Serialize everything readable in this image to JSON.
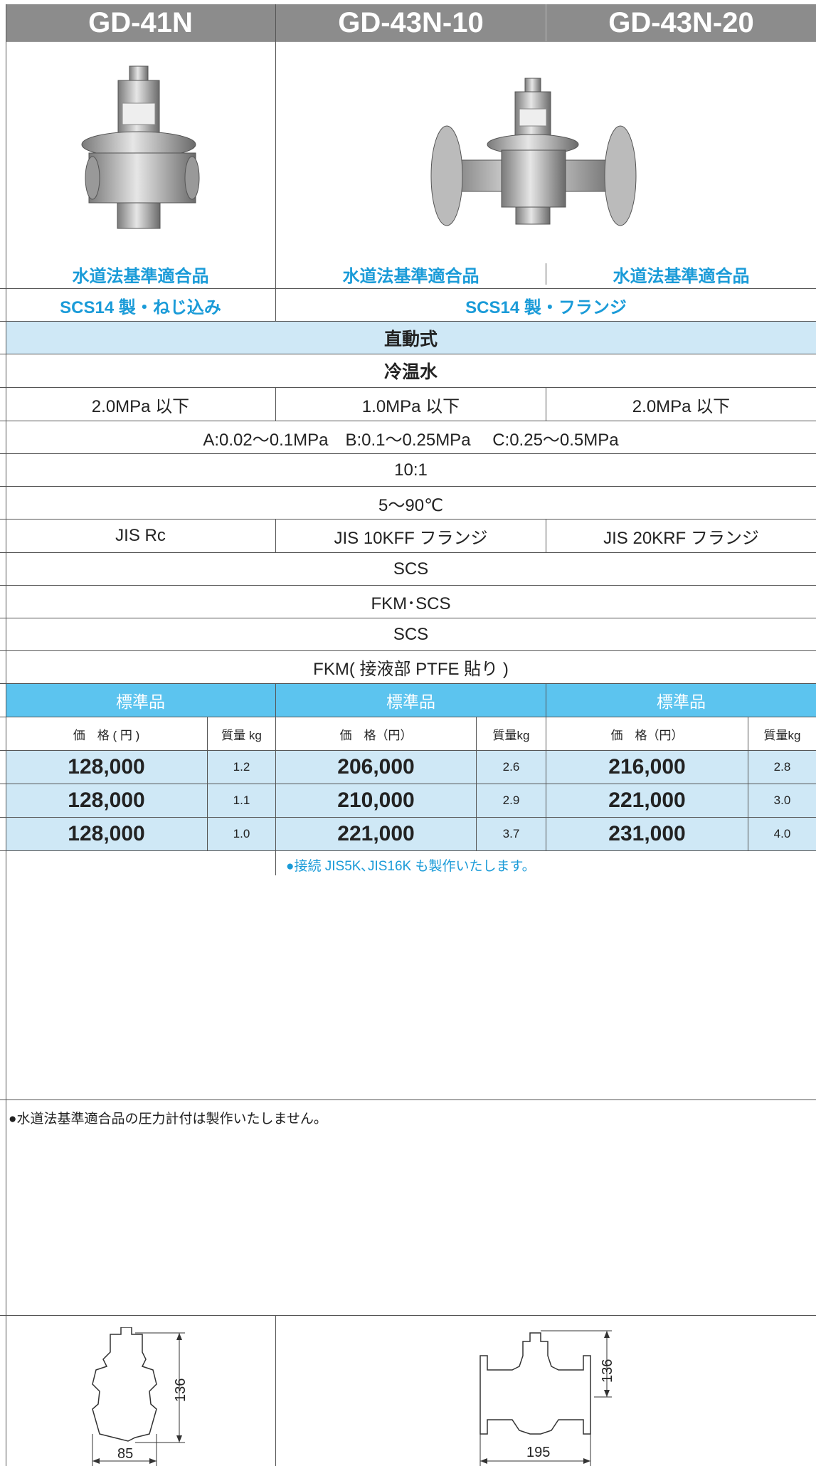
{
  "models": [
    "GD-41N",
    "GD-43N-10",
    "GD-43N-20"
  ],
  "certification": [
    "水道法基準適合品",
    "水道法基準適合品",
    "水道法基準適合品"
  ],
  "material_type": [
    "SCS14 製・ねじ込み",
    "SCS14 製・フランジ"
  ],
  "operation": "直動式",
  "fluid": "冷温水",
  "max_pressure": [
    "2.0MPa 以下",
    "1.0MPa 以下",
    "2.0MPa 以下"
  ],
  "set_pressure": "A:0.02～0.1MPa　B:0.1～0.25MPa　 C:0.25～0.5MPa",
  "ratio": "10:1",
  "temperature": "5～90℃",
  "connection": [
    "JIS Rc",
    "JIS 10KFF フランジ",
    "JIS 20KRF フランジ"
  ],
  "body_material": "SCS",
  "seat_material": "FKM･SCS",
  "part_material": "SCS",
  "diaphragm": "FKM( 接液部 PTFE 貼り )",
  "standard_label": [
    "標準品",
    "標準品",
    "標準品"
  ],
  "price_header": [
    "価　格 ( 円 )",
    "価　格（円）",
    "価　格（円）"
  ],
  "weight_header": [
    "質量 kg",
    "質量kg",
    "質量kg"
  ],
  "rows": [
    {
      "p1": "128,000",
      "w1": "1.2",
      "p2": "206,000",
      "w2": "2.6",
      "p3": "216,000",
      "w3": "2.8"
    },
    {
      "p1": "128,000",
      "w1": "1.1",
      "p2": "210,000",
      "w2": "2.9",
      "p3": "221,000",
      "w3": "3.0"
    },
    {
      "p1": "128,000",
      "w1": "1.0",
      "p2": "221,000",
      "w2": "3.7",
      "p3": "231,000",
      "w3": "4.0"
    }
  ],
  "note_flange": "●接続 JIS5K､JIS16K も製作いたします。",
  "note_gauge": "●水道法基準適合品の圧力計付は製作いたしません。",
  "dims": {
    "gd41_height": "136",
    "gd41_width": "85",
    "gd43_height": "136",
    "gd43_width": "195"
  }
}
